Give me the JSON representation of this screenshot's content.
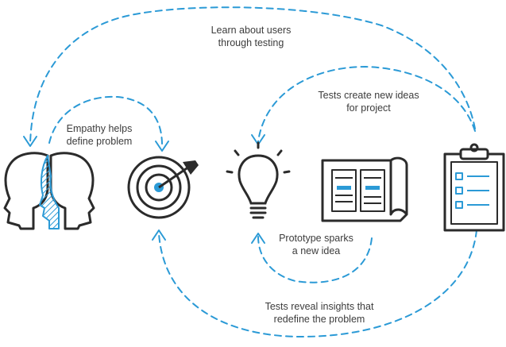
{
  "labels": {
    "learn_1": "Learn about users",
    "learn_2": "through testing",
    "tests_ideas_1": "Tests create new ideas",
    "tests_ideas_2": "for project",
    "empathy_1": "Empathy helps",
    "empathy_2": "define problem",
    "prototype_1": "Prototype sparks",
    "prototype_2": "a new idea",
    "reveal_1": "Tests reveal insights that",
    "reveal_2": "redefine the problem"
  },
  "stages": [
    "heads-icon",
    "target-icon",
    "lightbulb-icon",
    "blueprint-icon",
    "clipboard-icon"
  ],
  "colors": {
    "accent": "#2b9ad6",
    "line": "#2b2b2b",
    "text": "#3c3c3c"
  }
}
